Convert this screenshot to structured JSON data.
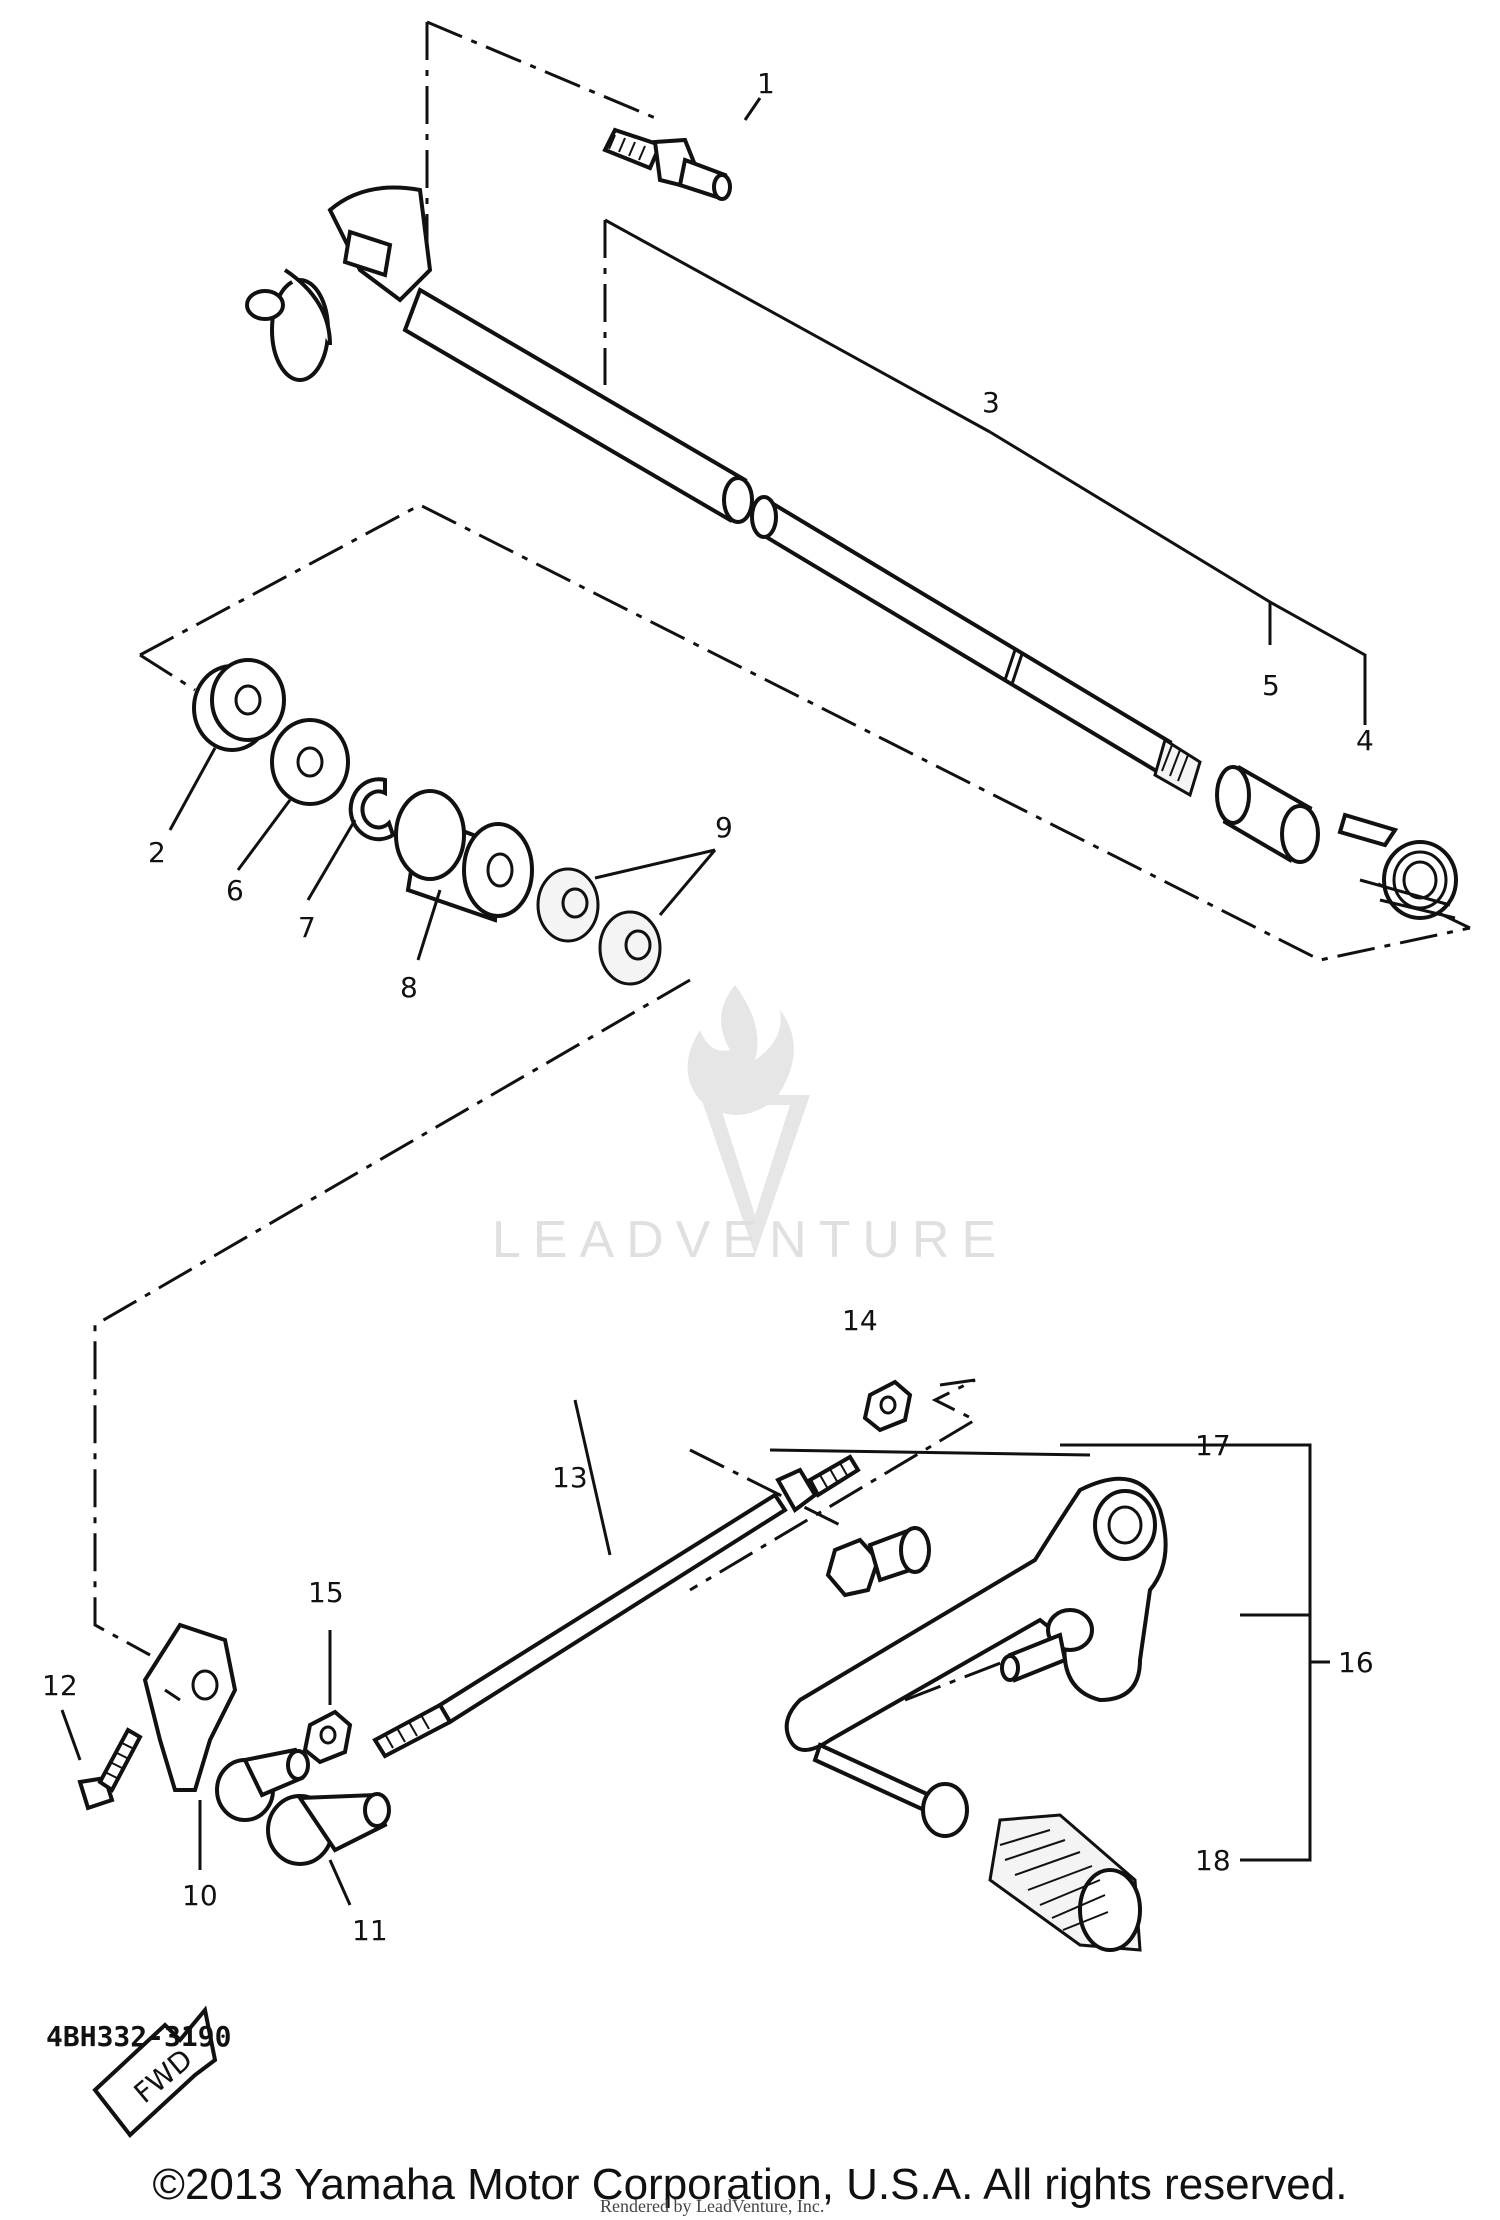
{
  "callouts": {
    "c1": "1",
    "c2": "2",
    "c3": "3",
    "c4": "4",
    "c5": "5",
    "c6": "6",
    "c7": "7",
    "c8": "8",
    "c9": "9",
    "c10": "10",
    "c11": "11",
    "c12": "12",
    "c13": "13",
    "c14": "14",
    "c15": "15",
    "c16": "16",
    "c17": "17",
    "c18": "18"
  },
  "fwd_label": "FWD",
  "part_code": "4BH332-3190",
  "copyright": "©2013 Yamaha Motor Corporation, U.S.A. All rights reserved.",
  "rendered_by": "Rendered by LeadVenture, Inc.",
  "watermark": "LEADVENTURE"
}
